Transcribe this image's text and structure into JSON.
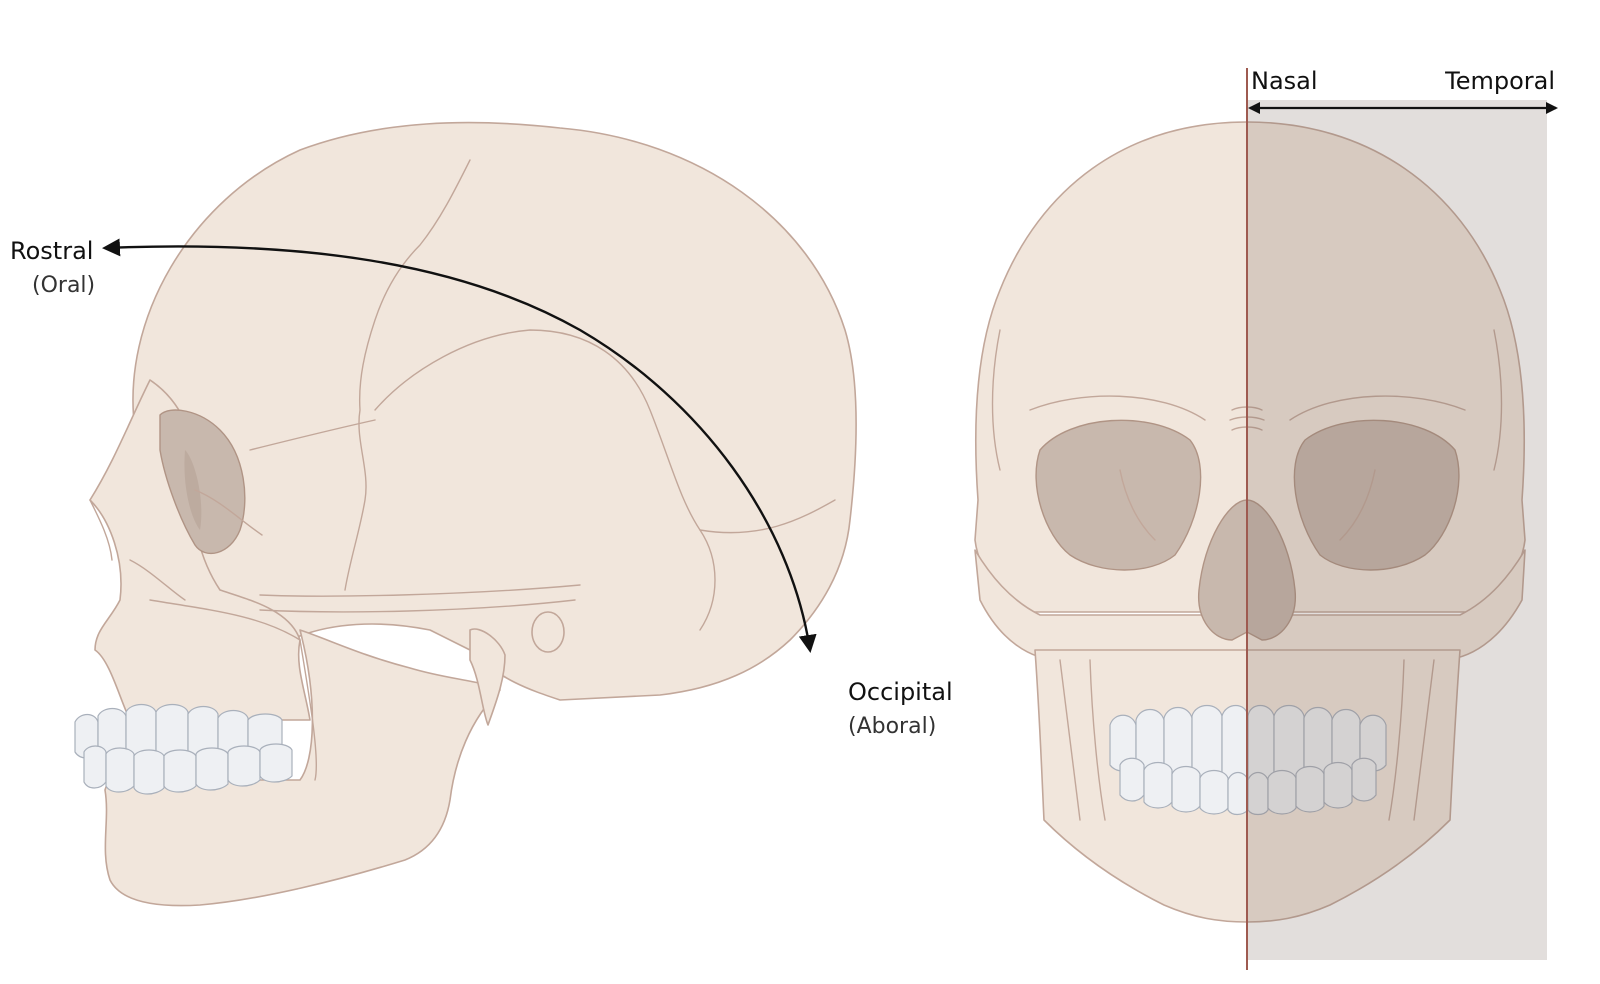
{
  "labels": {
    "rostral": "Rostral",
    "oral": "(Oral)",
    "occipital": "Occipital",
    "aboral": "(Aboral)",
    "nasal": "Nasal",
    "temporal": "Temporal"
  },
  "colors": {
    "bone": "#f1e6dc",
    "bone_outline": "#c2a79a",
    "cavity": "#c8b8ad",
    "temporal_overlay": "#7a6a5e",
    "midline": "#9e5a50",
    "teeth": "#eef0f3",
    "arrow": "#111111"
  }
}
